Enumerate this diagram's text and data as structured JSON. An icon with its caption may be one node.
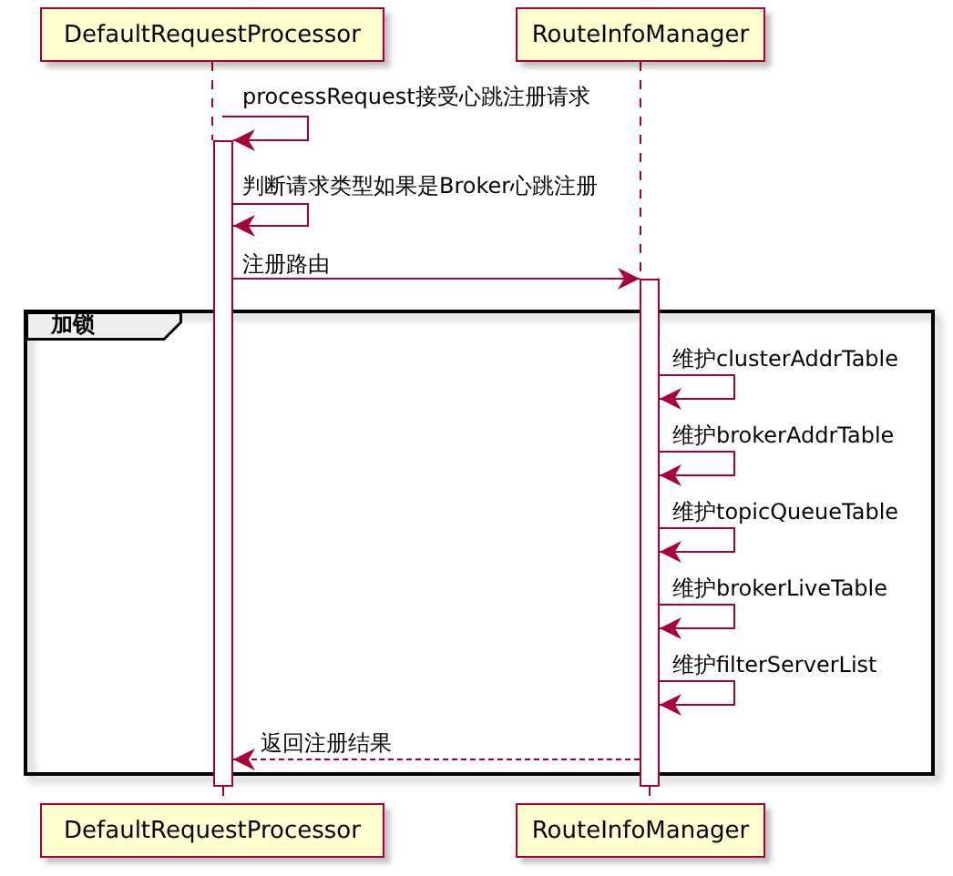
{
  "diagram": {
    "nodes": [
      {
        "text": [
          "DefaultRequestProcessor"
        ]
      },
      {
        "text": [
          "RouteInfoManager"
        ]
      },
      {
        "text": [],
        "shape": "bar"
      },
      {
        "text": [],
        "shape": "bar"
      },
      {
        "text": [
          "加锁"
        ]
      },
      {
        "text": [
          "DefaultRequestProcessor"
        ]
      },
      {
        "text": [
          "RouteInfoManager"
        ]
      }
    ],
    "edges": [
      {
        "from": 0,
        "to": 2,
        "arrow": "none",
        "style": "dashed"
      },
      {
        "from": 2,
        "to": 5,
        "arrow": "none",
        "style": "dashed"
      },
      {
        "from": 1,
        "to": 3,
        "arrow": "none",
        "style": "dashed"
      },
      {
        "from": 3,
        "to": 6,
        "arrow": "none",
        "style": "dashed"
      },
      {
        "from": null,
        "to": 2,
        "arrow": "to",
        "label": "processRequest接受心跳注册请求"
      },
      {
        "from": 2,
        "to": 2,
        "arrow": "to",
        "label": "判断请求类型如果是Broker心跳注册"
      },
      {
        "from": 2,
        "to": 3,
        "arrow": "to",
        "label": "注册路由"
      },
      {
        "from": 3,
        "to": 3,
        "arrow": "to",
        "label": "维护clusterAddrTable"
      },
      {
        "from": 3,
        "to": 3,
        "arrow": "to",
        "label": "维护brokerAddrTable"
      },
      {
        "from": 3,
        "to": 3,
        "arrow": "to",
        "label": "维护topicQueueTable"
      },
      {
        "from": 3,
        "to": 3,
        "arrow": "to",
        "label": "维护brokerLiveTable"
      },
      {
        "from": 3,
        "to": 3,
        "arrow": "to",
        "label": "维护filterServerList"
      },
      {
        "from": 3,
        "to": 2,
        "arrow": "to",
        "label": "返回注册结果",
        "style": "dashed"
      }
    ]
  }
}
